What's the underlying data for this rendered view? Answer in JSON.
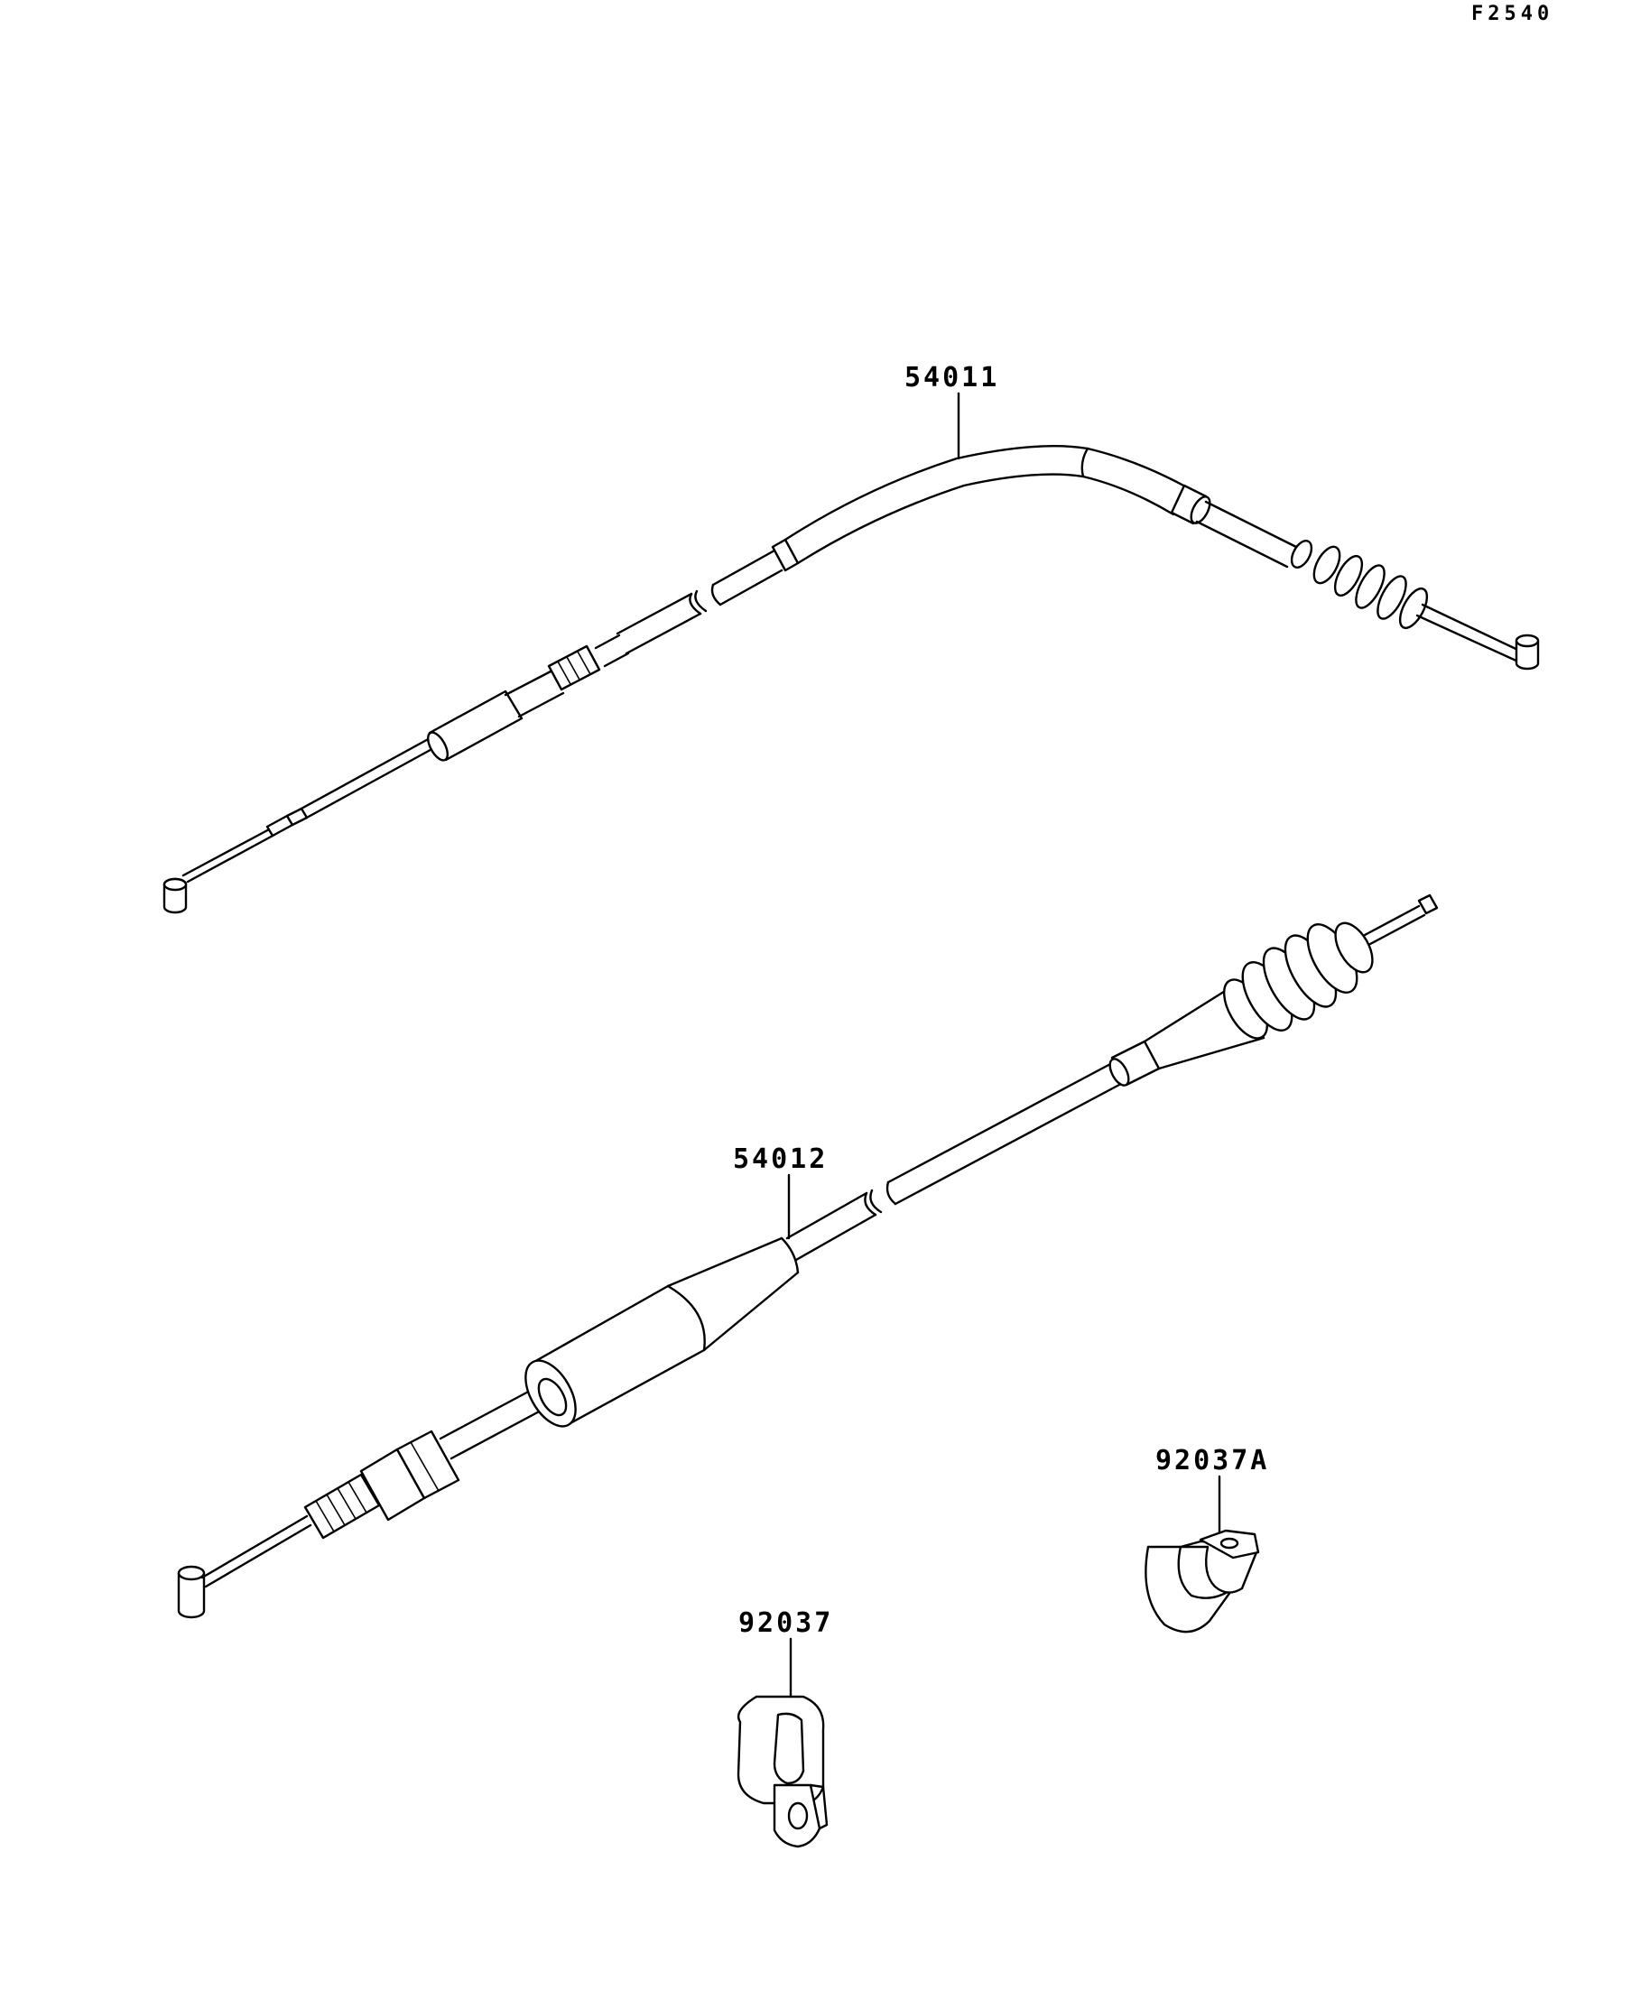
{
  "figure_code": "F2540",
  "parts": [
    {
      "id": "clutch-cable",
      "number": "54011"
    },
    {
      "id": "throttle-cable",
      "number": "54012"
    },
    {
      "id": "clamp-a",
      "number": "92037A"
    },
    {
      "id": "clamp",
      "number": "92037"
    }
  ]
}
